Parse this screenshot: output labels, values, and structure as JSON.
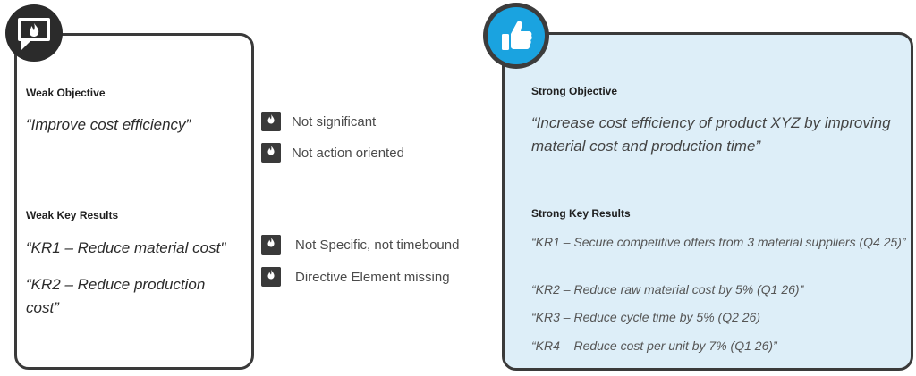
{
  "weak": {
    "objective_label": "Weak Objective",
    "objective_text": "“Improve cost efficiency”",
    "key_results_label": "Weak Key Results",
    "kr1": "“KR1 – Reduce material cost\"",
    "kr2": "“KR2 – Reduce production cost”"
  },
  "critiques": [
    {
      "text": "Not significant",
      "icon": "flame-speech-icon"
    },
    {
      "text": "Not action oriented",
      "icon": "flame-speech-icon"
    },
    {
      "text": "Not Specific, not timebound",
      "icon": "flame-speech-icon"
    },
    {
      "text": "Directive Element missing",
      "icon": "flame-speech-icon"
    }
  ],
  "strong": {
    "objective_label": "Strong Objective",
    "objective_text": "“Increase cost efficiency of product XYZ by improving material cost and production time”",
    "key_results_label": "Strong Key Results",
    "kr1": "“KR1 – Secure competitive offers from 3 material suppliers (Q4 25)”",
    "kr2": "“KR2 – Reduce raw material cost by 5% (Q1 26)”",
    "kr3": "“KR3 – Reduce cycle time by 5% (Q2 26)",
    "kr4": "“KR4 – Reduce cost per unit by 7% (Q1 26)”"
  },
  "colors": {
    "strong_card_bg": "#ddeef8",
    "thumbs_badge": "#1aa3e0",
    "dark": "#2b2b2b"
  }
}
